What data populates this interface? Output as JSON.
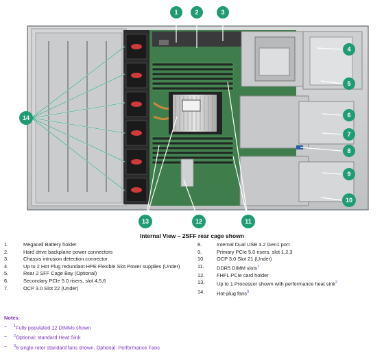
{
  "callouts": [
    "1",
    "2",
    "3",
    "4",
    "5",
    "6",
    "7",
    "8",
    "9",
    "10",
    "11",
    "12",
    "13",
    "14"
  ],
  "caption": "Internal View – 2SFF rear cage shown",
  "legend": {
    "left": [
      {
        "num": "1.",
        "text": "Megacell Battery holder"
      },
      {
        "num": "2.",
        "text": "Hard drive backplane power connectors"
      },
      {
        "num": "3.",
        "text": "Chassis intrusion detection connector"
      },
      {
        "num": "4.",
        "text": "Up to 2 Hot Plug redundant HPE Flexible Slot Power supplies (Under)"
      },
      {
        "num": "5.",
        "text": "Rear 2 SFF Cage Bay (Optional)"
      },
      {
        "num": "6.",
        "text": "Secondary PCIe 5.0 risers, slot 4,5,6"
      },
      {
        "num": "7.",
        "text": "OCP 3.0 Slot 22 (Under)"
      }
    ],
    "right": [
      {
        "num": "8.",
        "text": "Internal Dual USB 3.2 Gen1 port"
      },
      {
        "num": "9.",
        "text": "Primary PCIe 5.0 risers, slot 1,2,3"
      },
      {
        "num": "10.",
        "text": "OCP 3.0 Slot 21 (Under)"
      },
      {
        "num": "11.",
        "text": "DDR5 DIMM slots",
        "sup": "1"
      },
      {
        "num": "12.",
        "text": "FHFL PCIe card holder"
      },
      {
        "num": "13.",
        "text": "Up to 1 Processor shown with performance heat sink",
        "sup": "2"
      },
      {
        "num": "14.",
        "text": "Hot-plug fans",
        "sup": "3"
      }
    ]
  },
  "notes": {
    "heading": "Notes:",
    "items": [
      {
        "dash": "–",
        "sup": "1",
        "text": "Fully populated 12 DIMMs shown"
      },
      {
        "dash": "–",
        "sup": "2",
        "text": "Optional: standard Heat Sink"
      },
      {
        "dash": "–",
        "sup": "3",
        "text": "6 single-rotor standard fans shown. Optional: Performance Fans"
      }
    ]
  },
  "colors": {
    "callout_fill": "#1f9c74",
    "callout_text": "#ffffff",
    "board": "#3f7e4c",
    "note": "#7b2fbe"
  }
}
